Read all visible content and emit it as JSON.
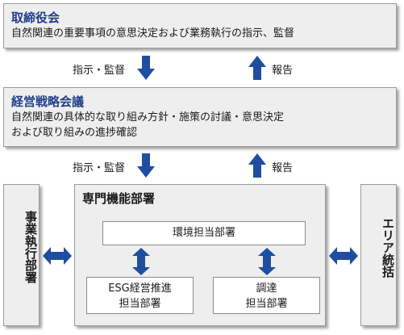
{
  "board": {
    "title": "取締役会",
    "description": "自然関連の重要事項の意思決定および業務執行の指示、監督"
  },
  "flow_top": {
    "down_label": "指示・監督",
    "up_label": "報告"
  },
  "strategy_meeting": {
    "title": "経営戦略会議",
    "description_line1": "自然関連の具体的な取り組み方針・施策の討議・意思決定",
    "description_line2": "および取り組みの進捗確認"
  },
  "flow_bottom": {
    "down_label": "指示・監督",
    "up_label": "報告"
  },
  "left_panel": {
    "label": "事業執行部署"
  },
  "right_panel": {
    "label": "エリア統括"
  },
  "specialist": {
    "title": "専門機能部署",
    "env_dept": "環境担当部署",
    "esg_line1": "ESG経営推進",
    "esg_line2": "担当部署",
    "proc_line1": "調達",
    "proc_line2": "担当部署"
  },
  "colors": {
    "arrow_blue": "#1f4ea0",
    "title_blue": "#1f3f8a",
    "panel_gray": "#eeeeee"
  }
}
